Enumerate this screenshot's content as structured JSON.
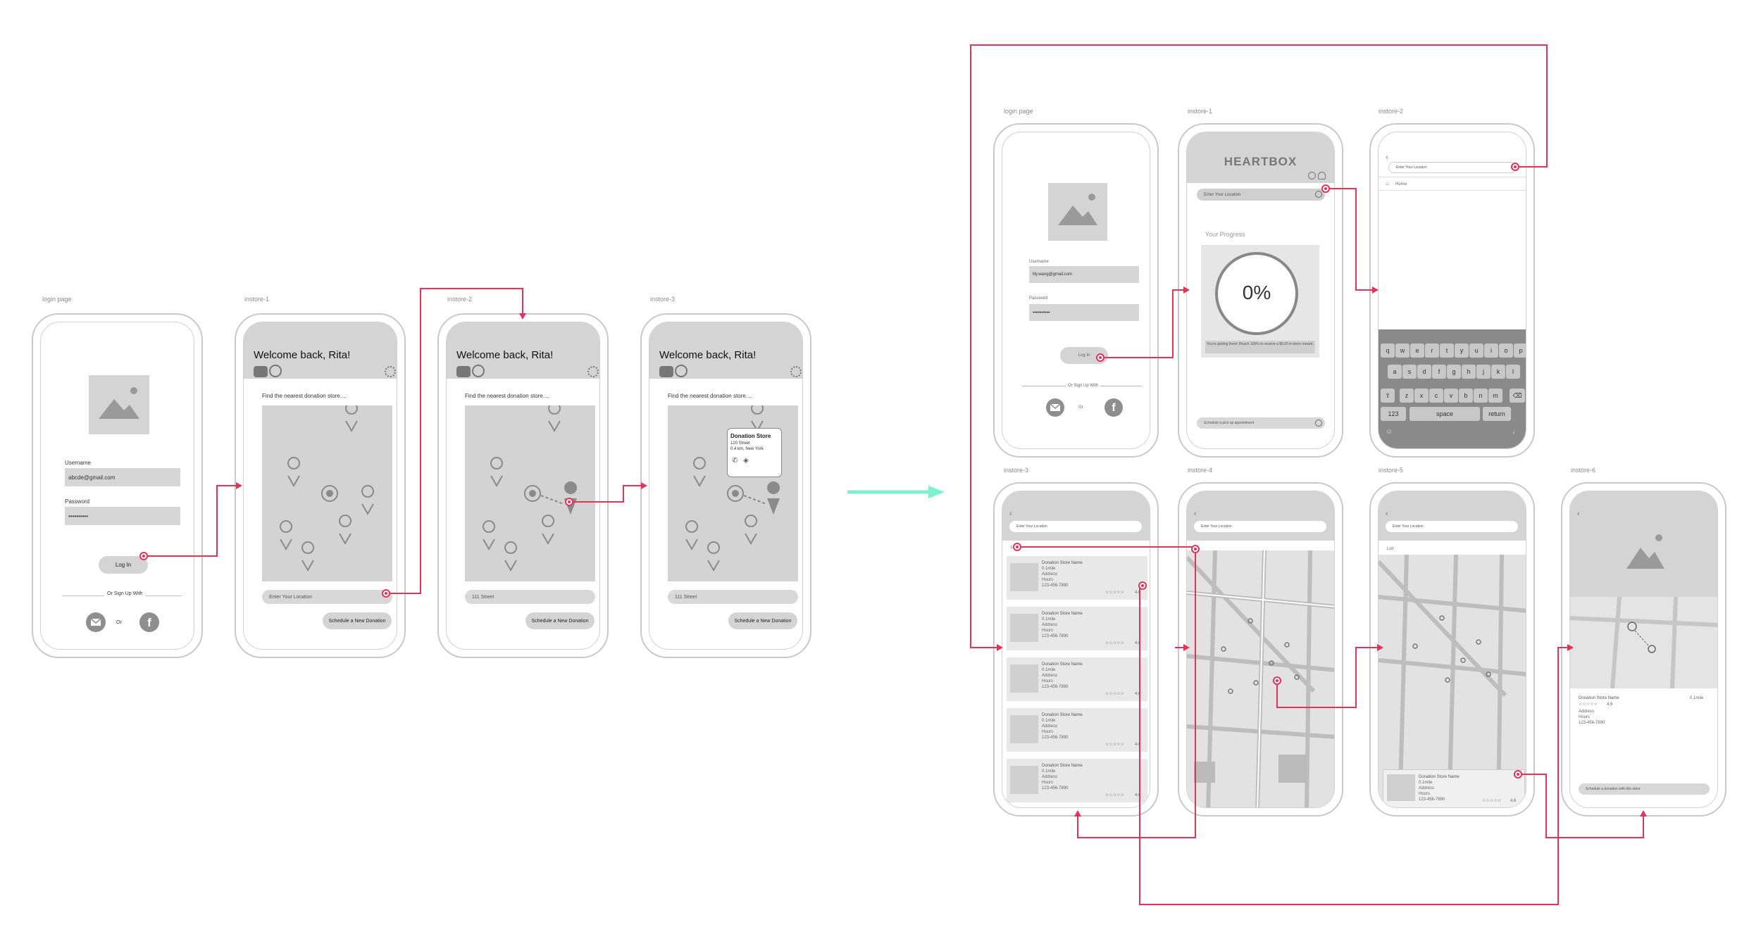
{
  "colors": {
    "arrow": "#e0345a",
    "transition": "#7ef0d0",
    "frame": "#c9c9c9",
    "placeholder": "#d4d4d4"
  },
  "left_flow": {
    "screens": [
      {
        "label": "login page"
      },
      {
        "label": "instore-1"
      },
      {
        "label": "instore-2"
      },
      {
        "label": "instore-3"
      }
    ],
    "login": {
      "username_label": "Username",
      "username_value": "abcde@gmail.com",
      "password_label": "Password",
      "password_value": "••••••••••",
      "login_button": "Log In",
      "or_sign_up": "Or Sign Up With",
      "or": "Or"
    },
    "welcome": "Welcome back, Rita!",
    "find_text": "Find the nearest donation store....",
    "search1": "Enter Your Location",
    "search2": "111 Street",
    "search3": "111 Street",
    "schedule_button": "Schedule a New Donation",
    "popup": {
      "title": "Donation Store",
      "line1": "120 Street",
      "line2": "0.4 km, New York"
    }
  },
  "right_flow": {
    "labels": {
      "login": "login page",
      "s1": "instore-1",
      "s2": "instore-2",
      "s3": "instore-3",
      "s4": "instore-4",
      "s5": "instore-5",
      "s6": "instore-6"
    },
    "login": {
      "username_label": "Username",
      "username_value": "lily.wang@gmail.com",
      "password_label": "Password",
      "password_value": "••••••••••",
      "login_button": "Log In",
      "or_sign_up": "Or Sign Up With",
      "or": "Or"
    },
    "heartbox": {
      "brand": "HEARTBOX",
      "search": "Enter Your Location",
      "progress_title": "Your Progress",
      "progress_value": "0%",
      "progress_note": "You're getting there! Reach 100% to receive a $5.00 in-store reward.",
      "schedule": "Schedule a pick up appointment"
    },
    "keyboard": {
      "search": "Enter Your Location",
      "home": "Home",
      "row1": [
        "q",
        "w",
        "e",
        "r",
        "t",
        "y",
        "u",
        "i",
        "o",
        "p"
      ],
      "row2": [
        "a",
        "s",
        "d",
        "f",
        "g",
        "h",
        "j",
        "k",
        "l"
      ],
      "row3": [
        "z",
        "x",
        "c",
        "v",
        "b",
        "n",
        "m"
      ],
      "num": "123",
      "space": "space",
      "return": "return"
    },
    "list": {
      "search": "Enter Your Location",
      "tab": "List",
      "item": {
        "name": "Donation Store Name",
        "dist": "0.1mile",
        "address": "Address",
        "hours": "Hours",
        "phone": "123-456-7890",
        "rating": "4.6"
      }
    },
    "map_search": "Enter Your Location",
    "detail": {
      "name": "Donation Store Name",
      "dist": "0.1mile",
      "rating": "4.6",
      "address": "Address",
      "hours": "Hours",
      "phone": "123-456-7890",
      "schedule": "Schedule a donation with this store"
    }
  }
}
